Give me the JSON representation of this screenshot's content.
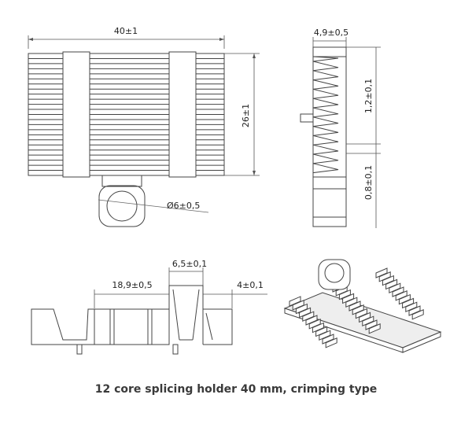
{
  "dimensions": {
    "top_width": "40±1",
    "top_height": "26±1",
    "ring_diameter": "Ø6±0,5",
    "side_width": "4,9±0,5",
    "side_pitch": "1,2±0,1",
    "side_gap": "0,8±0,1",
    "front_span": "18,9±0,5",
    "front_slot": "6,5±0,1",
    "front_edge": "4±0,1"
  },
  "caption": "12 core splicing holder 40 mm, crimping type"
}
